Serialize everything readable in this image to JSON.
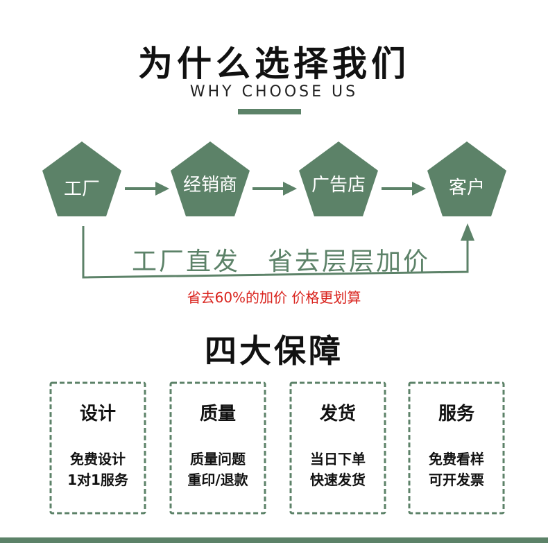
{
  "header": {
    "title": "为什么选择我们",
    "subtitle": "WHY CHOOSE US"
  },
  "flow": {
    "steps": [
      "工厂",
      "经销商",
      "广告店",
      "客户"
    ],
    "direct_left": "工厂直发",
    "direct_right": "省去层层加价",
    "savings_note": "省去60%的加价   价格更划算"
  },
  "guarantees": {
    "title": "四大保障",
    "cards": [
      {
        "title": "设计",
        "line1": "免费设计",
        "line2": "1对1服务"
      },
      {
        "title": "质量",
        "line1": "质量问题",
        "line2": "重印/退款"
      },
      {
        "title": "发货",
        "line1": "当日下单",
        "line2": "快速发货"
      },
      {
        "title": "服务",
        "line1": "免费看样",
        "line2": "可开发票"
      }
    ]
  },
  "colors": {
    "accent_green": "#5c8268",
    "note_red": "#d9221c"
  }
}
